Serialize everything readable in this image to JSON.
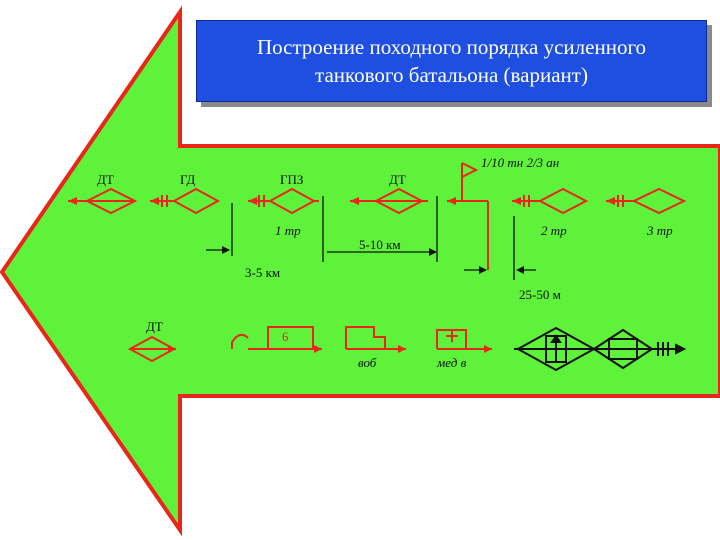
{
  "title": {
    "line1": "Построение походного порядка усиленного",
    "line2": "танкового батальона (вариант)"
  },
  "labels": {
    "dt_left": "ДТ",
    "gd": "ГД",
    "gpz": "ГПЗ",
    "dt_mid": "ДТ",
    "tn_an": "1/10 тн 2/3 ан",
    "tr1": "1 тр",
    "dist_5_10": "5-10 км",
    "tr2": "2 тр",
    "tr3": "3 тр",
    "dist_3_5": "3-5 км",
    "dist_25_50": "25-50 м",
    "dt_bottom": "ДТ",
    "unit_6": "6",
    "vob": "воб",
    "med": "мед в"
  },
  "colors": {
    "arrow_fill": "#5ef23a",
    "arrow_border": "#e8261a",
    "symbol_red": "#e8261a",
    "title_bg": "#1f4fe0"
  }
}
